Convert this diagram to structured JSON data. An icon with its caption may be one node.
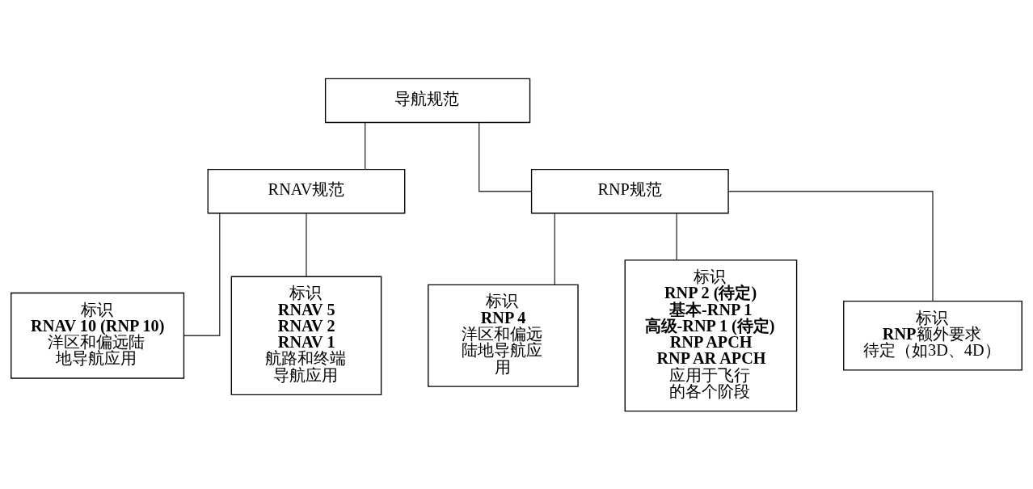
{
  "diagram": {
    "nodes": [
      {
        "text": [
          "导航规范"
        ]
      },
      {
        "text": [
          "RNAV规范"
        ]
      },
      {
        "text": [
          "RNP规范"
        ]
      },
      {
        "text": [
          "标识",
          "RNAV 10 (RNP 10)",
          "洋区和偏远陆地导航应用"
        ]
      },
      {
        "text": [
          "标识",
          "RNAV 5",
          "RNAV 2",
          "RNAV 1",
          "航路和终端导航应用"
        ]
      },
      {
        "text": [
          "标识",
          "RNP 4",
          "洋区和偏远陆地导航应用"
        ]
      },
      {
        "text": [
          "标识",
          "RNP 2 (待定)",
          "基本-RNP 1",
          "高级-RNP 1 (待定)",
          "RNP APCH",
          "RNP AR APCH",
          "应用于飞行的各个阶段"
        ]
      },
      {
        "text": [
          "标识",
          "**RNP**额外要求",
          "待定（如3D、4D）"
        ]
      }
    ],
    "edges": [
      {
        "from": 0,
        "to": 1,
        "arrow": "none"
      },
      {
        "from": 0,
        "to": 2,
        "arrow": "none"
      },
      {
        "from": 1,
        "to": 3,
        "arrow": "none"
      },
      {
        "from": 1,
        "to": 4,
        "arrow": "none"
      },
      {
        "from": 2,
        "to": 5,
        "arrow": "none"
      },
      {
        "from": 2,
        "to": 6,
        "arrow": "none"
      },
      {
        "from": 2,
        "to": 7,
        "arrow": "none"
      }
    ]
  }
}
